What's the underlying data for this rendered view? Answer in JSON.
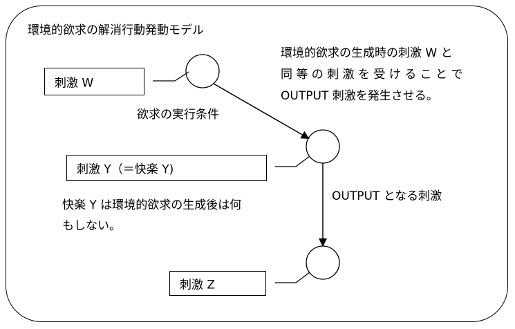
{
  "title": "環境的欲求の解消行動発動モデル",
  "boxes": {
    "w": "刺激 W",
    "y": "刺激 Y（＝快楽 Y)",
    "z": "刺激 Z"
  },
  "labels": {
    "exec_condition": "欲求の実行条件",
    "output_stimulus": "OUTPUT となる刺激"
  },
  "notes": {
    "top_right": [
      "環境的欲求の生成時の刺激 W と",
      "同 等 の 刺 激 を 受 け る こ と で",
      "OUTPUT 刺激を発生させる。"
    ],
    "left_middle": [
      "快楽 Y は環境的欲求の生成後は何",
      "もしない。"
    ]
  }
}
